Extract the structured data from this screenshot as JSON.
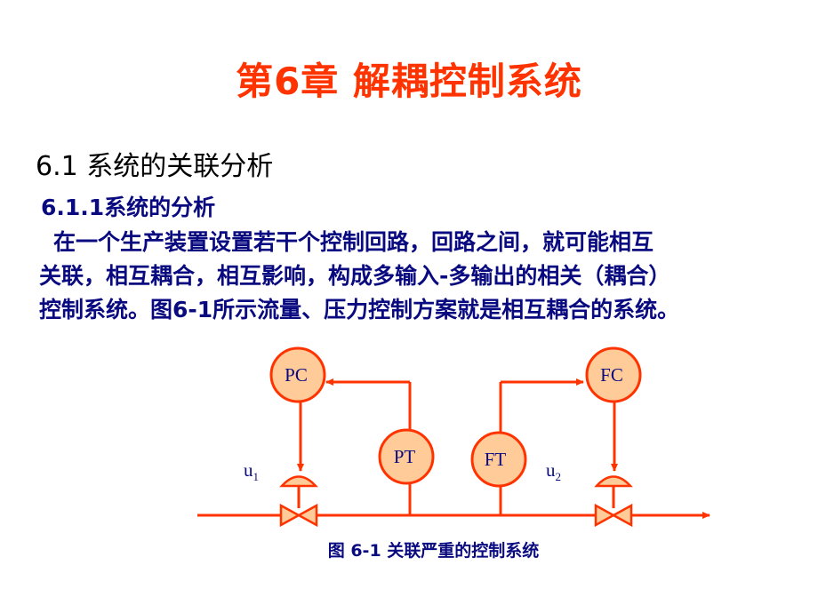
{
  "title": "第6章 解耦控制系统",
  "section_heading": "6.1 系统的关联分析",
  "sub_heading": "6.1.1系统的分析",
  "body_lines": [
    "在一个生产装置设置若干个控制回路，回路之间，就可能相互",
    "关联，相互耦合，相互影响，构成多输入-多输出的相关（耦合）",
    "控制系统。图6-1所示流量、压力控制方案就是相互耦合的系统。"
  ],
  "diagram": {
    "labels": {
      "pc": "PC",
      "pt": "PT",
      "ft": "FT",
      "fc": "FC",
      "u1_base": "u",
      "u1_sub": "1",
      "u2_base": "u",
      "u2_sub": "2"
    },
    "colors": {
      "line": "#ff3300",
      "fill": "#ffcc99",
      "text": "#0a0a80"
    }
  },
  "caption": "图 6-1  关联严重的控制系统"
}
